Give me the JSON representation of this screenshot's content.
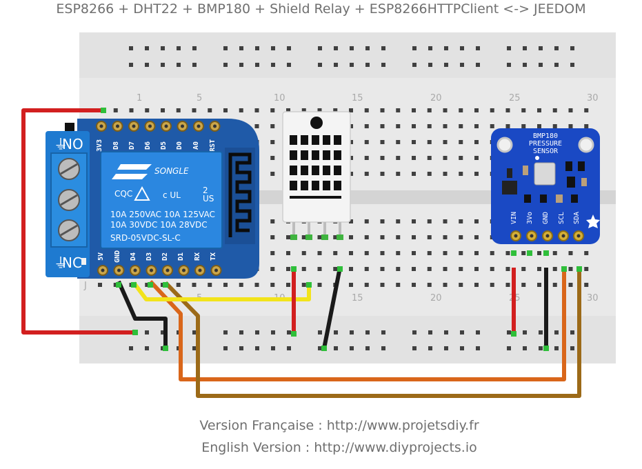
{
  "title": "ESP8266 + DHT22 + BMP180 + Shield Relay + ESP8266HTTPClient <-> JEEDOM",
  "breadboard": {
    "column_numbers": [
      "1",
      "5",
      "10",
      "15",
      "20",
      "25",
      "30"
    ],
    "row_letter_j": "J"
  },
  "wemos": {
    "top_pins": [
      "3V3",
      "D8",
      "D7",
      "D6",
      "D5",
      "D0",
      "A0",
      "RST"
    ],
    "bottom_pins": [
      "5V",
      "GND",
      "D4",
      "D3",
      "D2",
      "D1",
      "RX",
      "TX"
    ]
  },
  "relay": {
    "no_label": "NO",
    "nc_label": "NC",
    "brand": "SONGLE",
    "certs": "CQC",
    "ul_mark": "c UL",
    "ul_sup": "2",
    "ul_sub": "US",
    "rating_1": "10A  250VAC     10A  125VAC",
    "rating_2": "10A    30VDC     10A    28VDC",
    "model": "SRD-05VDC-SL-C"
  },
  "bmp180": {
    "title_1": "BMP180",
    "title_2": "PRESSURE",
    "title_3": "SENSOR",
    "pins": [
      "VIN",
      "3Vo",
      "GND",
      "SCL",
      "SDA"
    ]
  },
  "colors": {
    "breadboard": "#e9e9e9",
    "rail_red": "#d21f1f",
    "wire_black": "#1a1a1a",
    "wire_yellow": "#f2e31b",
    "wire_orange": "#d9661a",
    "wire_brown": "#9c6a18",
    "wemos_blue": "#1f5aa8",
    "relay_blue": "#1e7ad0",
    "bmp_blue": "#1a49c4"
  },
  "footer": {
    "fr": "Version Française : http://www.projetsdiy.fr",
    "en": "English Version : http://www.diyprojects.io"
  }
}
